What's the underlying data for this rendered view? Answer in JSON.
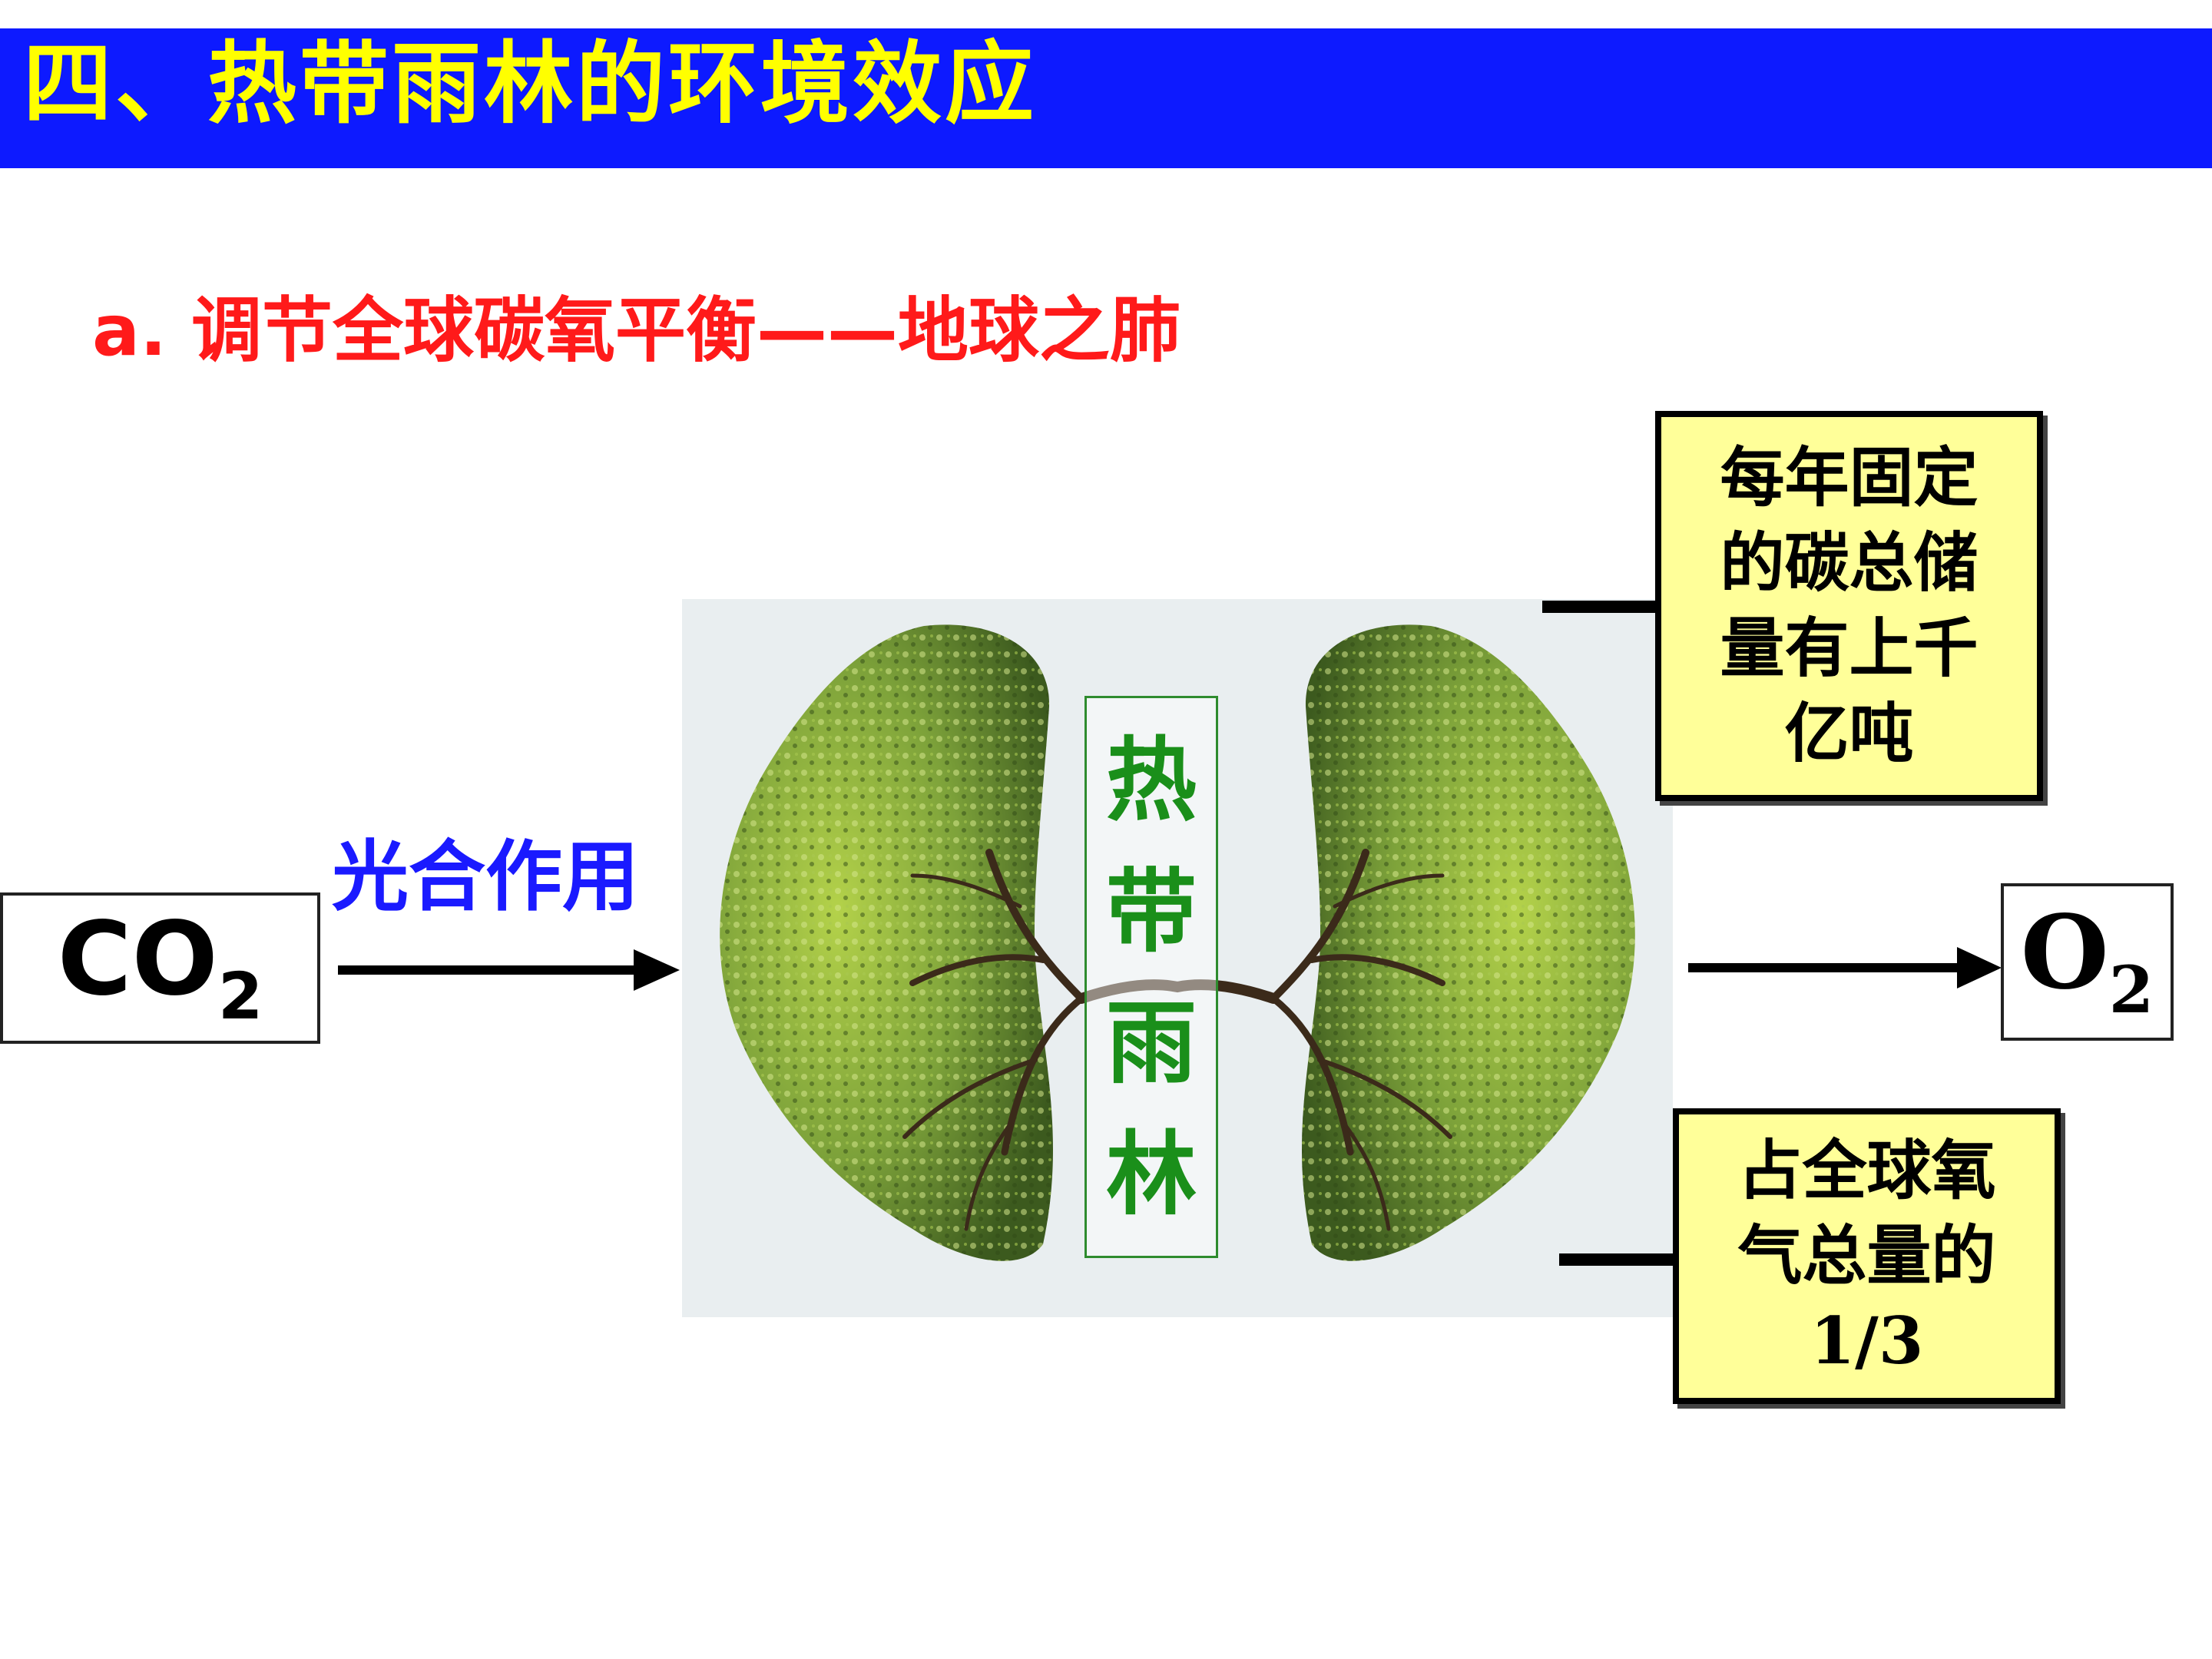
{
  "header": {
    "title": "四、热带雨林的环境效应"
  },
  "subtitle": "a. 调节全球碳氧平衡——地球之肺",
  "diagram": {
    "input": {
      "formula_base": "CO",
      "formula_sub": "2"
    },
    "process_label": "光合作用",
    "center_label": [
      "热",
      "带",
      "雨",
      "林"
    ],
    "output": {
      "formula_base": "O",
      "formula_sub": "2"
    },
    "note_carbon": [
      "每年固定",
      "的碳总储",
      "量有上千",
      "亿吨"
    ],
    "note_oxygen": [
      "占全球氧",
      "气总量的",
      "1/3"
    ]
  },
  "colors": {
    "banner": "#0d1aff",
    "title_text": "#ffff00",
    "subtitle_text": "#ff1a1a",
    "process_text": "#1a1aff",
    "forest_text": "#1a8f1a",
    "note_fill": "#ffff99"
  },
  "icons": {
    "center_image": "tree-lungs-icon"
  }
}
